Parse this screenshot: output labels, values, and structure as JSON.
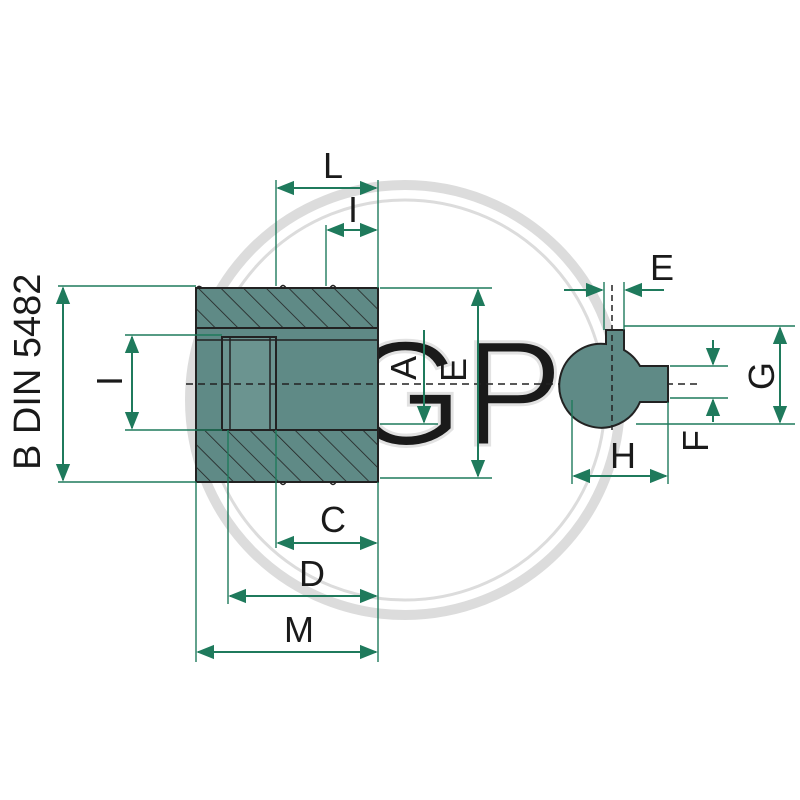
{
  "diagram": {
    "standard_label": "B  DIN 5482",
    "watermark": "AGP",
    "colors": {
      "dimension": "#1f7a5c",
      "part_fill": "#5f8a86",
      "outline": "#222222",
      "watermark": "#dcdcdc"
    },
    "labels": {
      "L": "L",
      "I_top": "I",
      "I_left": "I",
      "A": "A",
      "E_side": "E",
      "C": "C",
      "D": "D",
      "M": "M",
      "E_top": "E",
      "G": "G",
      "F": "F",
      "H": "H"
    }
  }
}
